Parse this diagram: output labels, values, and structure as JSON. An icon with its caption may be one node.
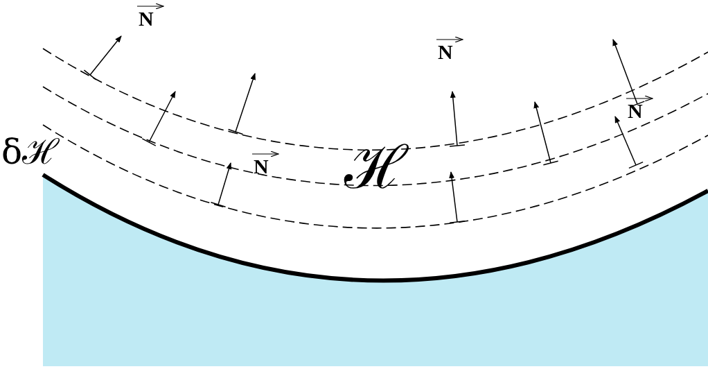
{
  "diagram": {
    "labels": [
      "N",
      "N",
      "δℋ",
      "ℋ",
      "N",
      "N"
    ]
  }
}
